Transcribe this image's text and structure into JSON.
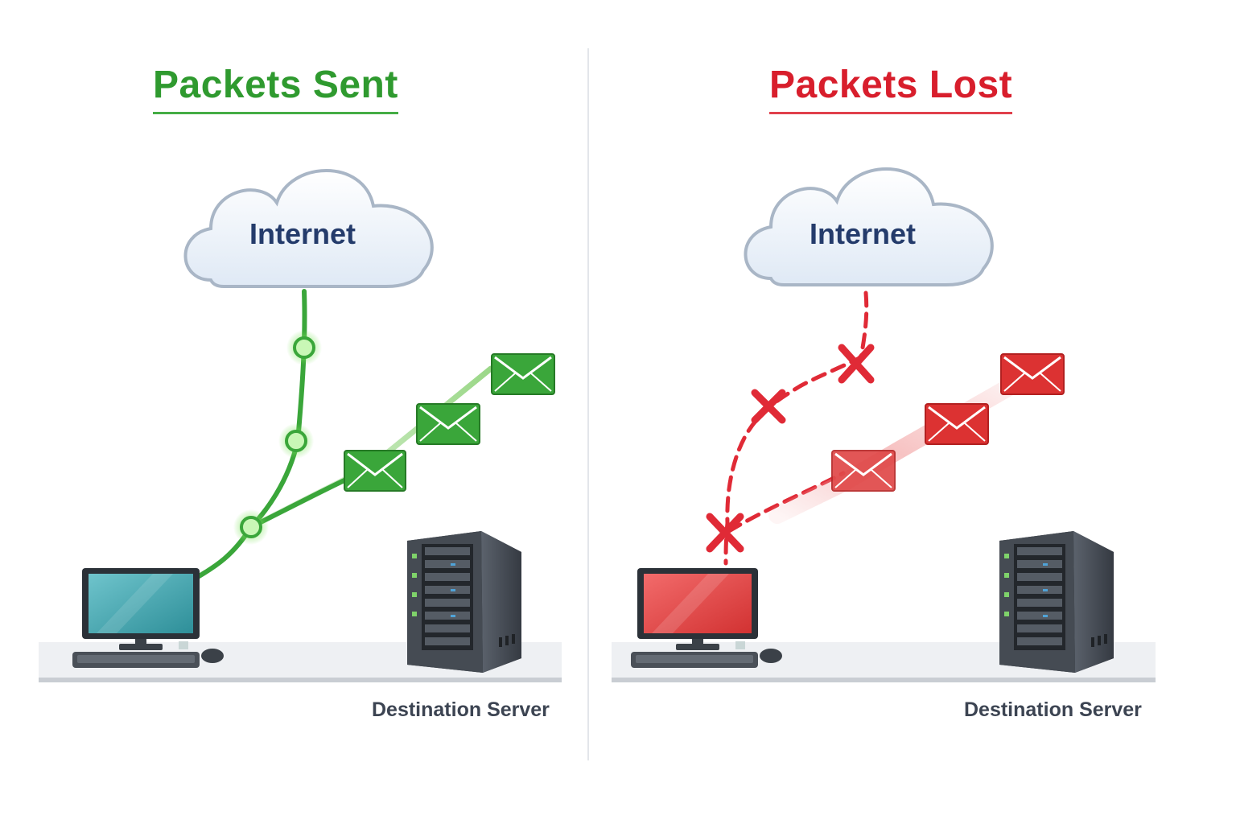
{
  "panels": {
    "sent": {
      "title": "Packets Sent",
      "cloud_label": "Internet",
      "server_label": "Destination Server",
      "accent": "#2f9a2f"
    },
    "lost": {
      "title": "Packets Lost",
      "cloud_label": "Internet",
      "server_label": "Destination Server",
      "accent": "#d81e2c"
    }
  },
  "colors": {
    "success": "#3aa63a",
    "failure": "#e02a36",
    "cloud_text": "#243b6b",
    "label_text": "#3c4452"
  },
  "icons": [
    "cloud-icon",
    "envelope-icon",
    "desktop-computer-icon",
    "server-tower-icon",
    "x-mark-icon",
    "node-dot-icon"
  ]
}
